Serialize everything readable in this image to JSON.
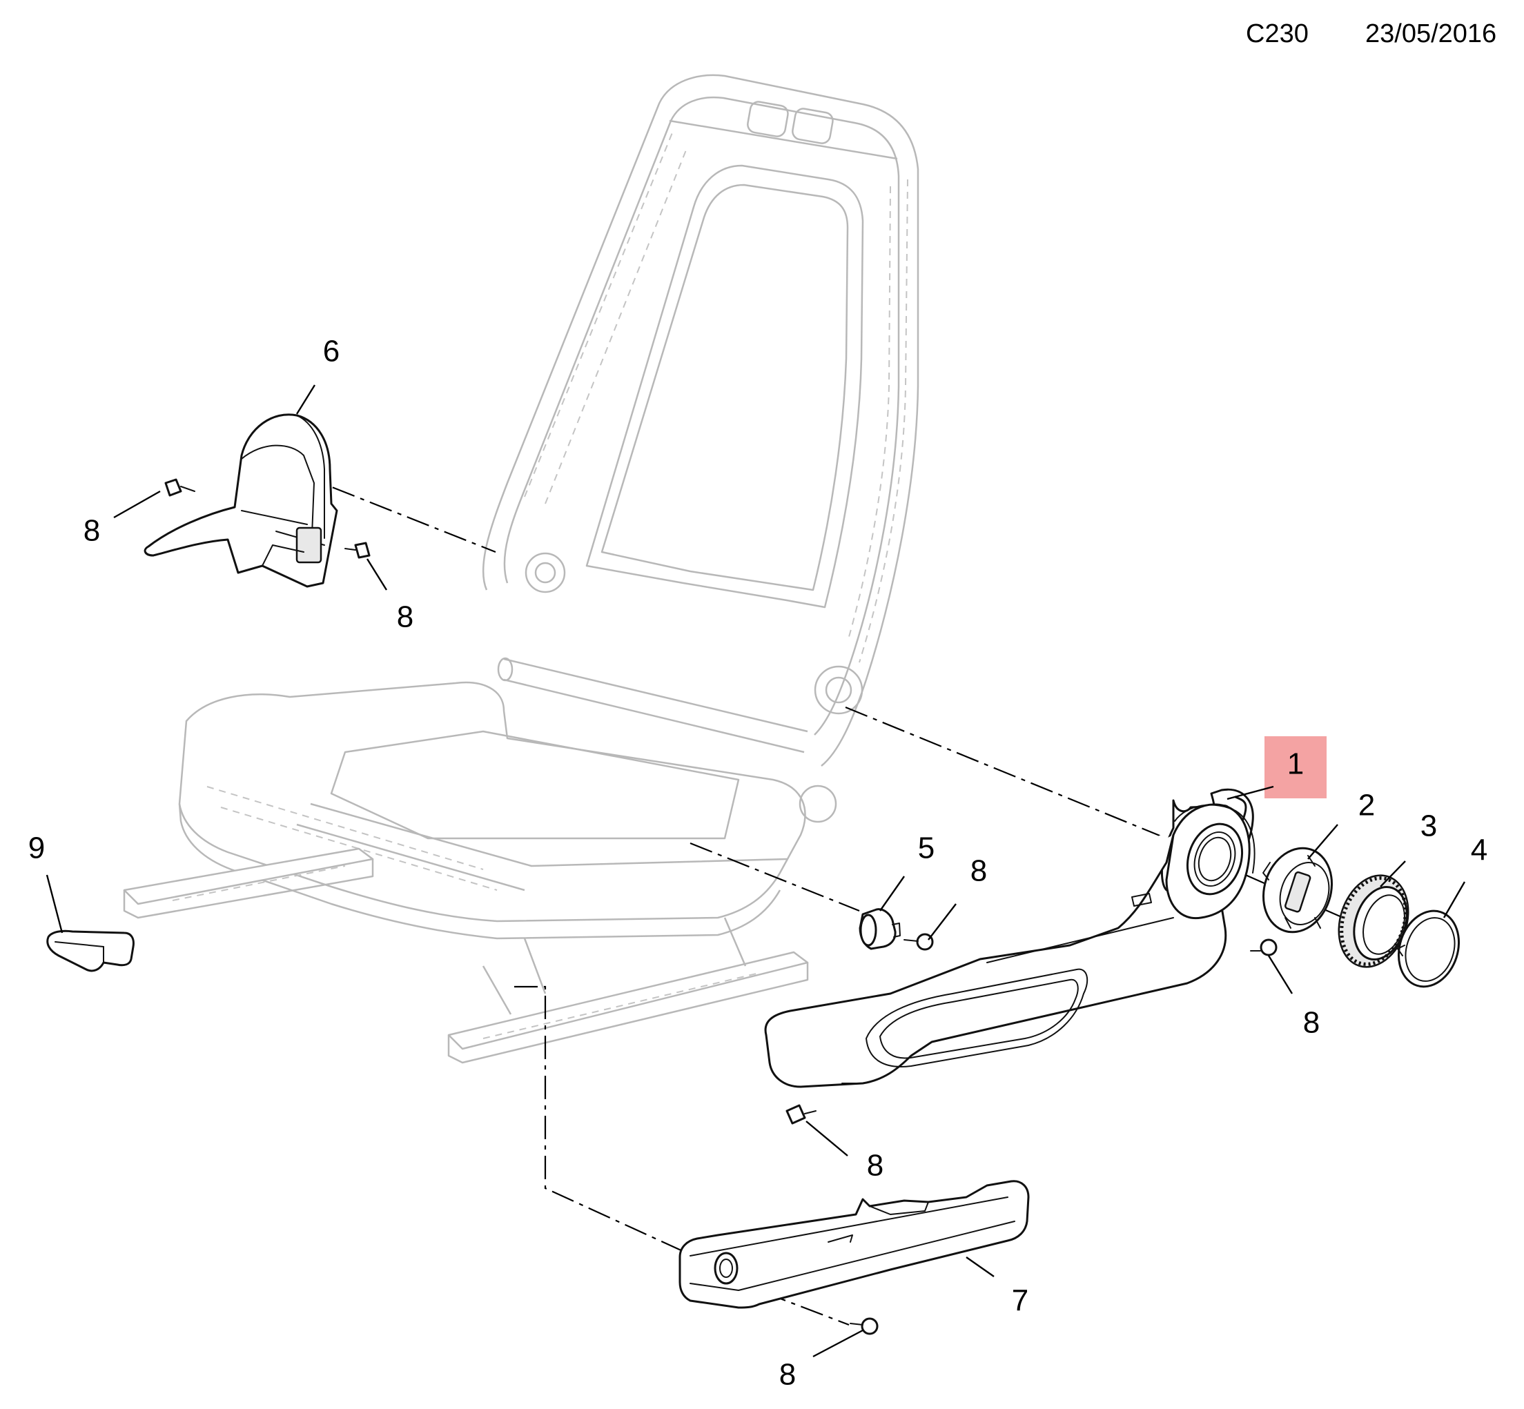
{
  "header": {
    "catalog_code": "C230",
    "date": "23/05/2016"
  },
  "highlight_color": "#f4a3a3",
  "callouts": [
    {
      "id": "c1",
      "label": "1",
      "highlighted": true
    },
    {
      "id": "c2",
      "label": "2"
    },
    {
      "id": "c3",
      "label": "3"
    },
    {
      "id": "c4",
      "label": "4"
    },
    {
      "id": "c5",
      "label": "5"
    },
    {
      "id": "c6",
      "label": "6"
    },
    {
      "id": "c7",
      "label": "7"
    },
    {
      "id": "c8a",
      "label": "8"
    },
    {
      "id": "c8b",
      "label": "8"
    },
    {
      "id": "c8c",
      "label": "8"
    },
    {
      "id": "c8d",
      "label": "8"
    },
    {
      "id": "c8e",
      "label": "8"
    },
    {
      "id": "c8f",
      "label": "8"
    },
    {
      "id": "c9",
      "label": "9"
    }
  ]
}
